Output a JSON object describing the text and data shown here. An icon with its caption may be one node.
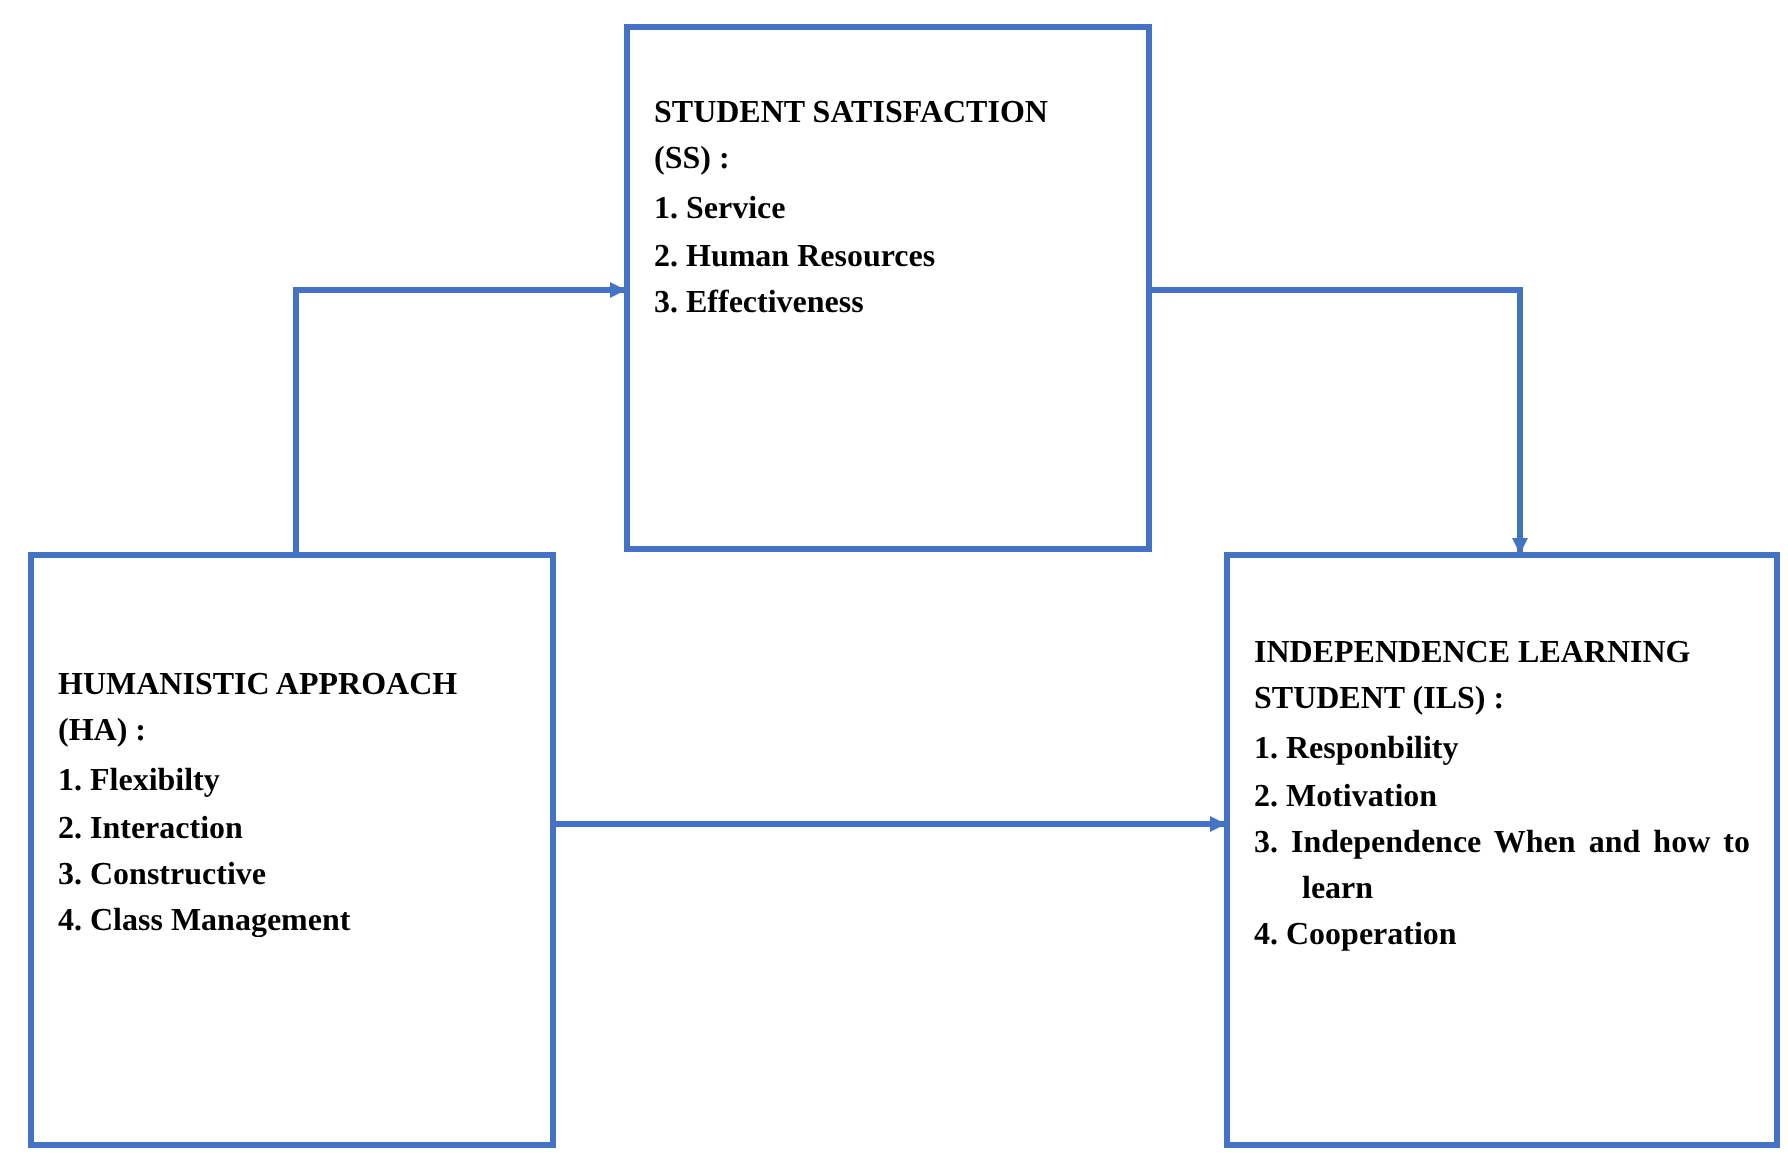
{
  "diagram": {
    "nodes": [
      {
        "text": [
          "STUDENT SATISFACTION (SS) :",
          "1. Service",
          "2. Human Resources",
          "3. Effectiveness"
        ]
      },
      {
        "text": [
          "HUMANISTIC APPROACH (HA) :",
          "1. Flexibilty",
          "2. Interaction",
          "3. Constructive",
          "4. Class Management"
        ]
      },
      {
        "text": [
          "INDEPENDENCE LEARNING STUDENT (ILS) :",
          "1. Responbility",
          "2. Motivation",
          "3. Independence When and how to learn",
          "4. Cooperation"
        ]
      }
    ],
    "edges": [
      {
        "from": 1,
        "to": 0,
        "arrow": "to"
      },
      {
        "from": 0,
        "to": 2,
        "arrow": "to"
      },
      {
        "from": 1,
        "to": 2,
        "arrow": "to"
      }
    ]
  }
}
